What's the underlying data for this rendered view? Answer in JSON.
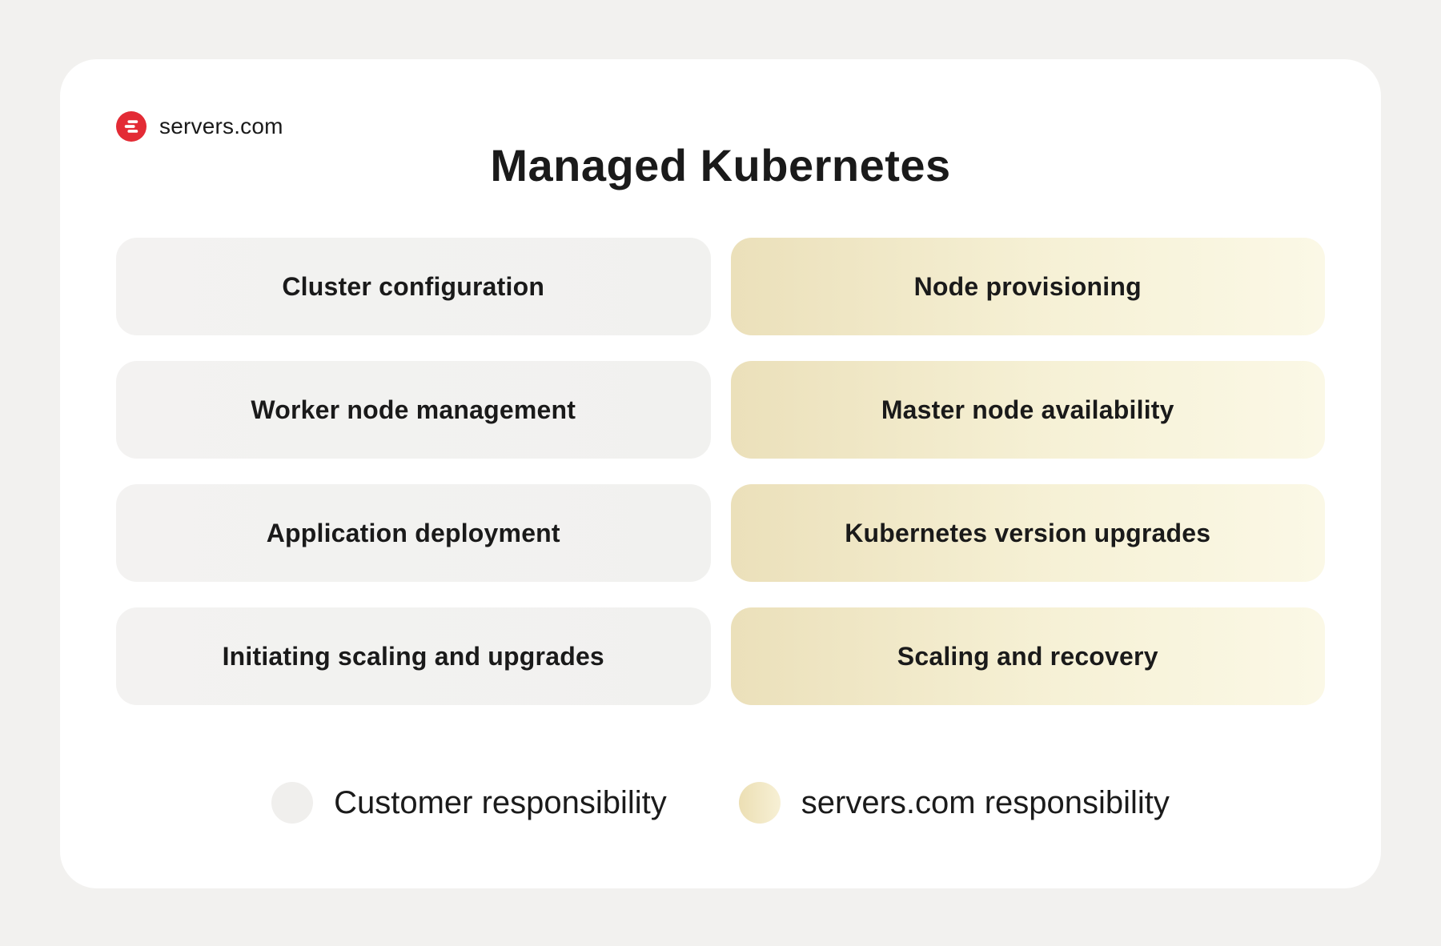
{
  "brand": {
    "name": "servers.com",
    "logo_letter": "S"
  },
  "title": "Managed Kubernetes",
  "columns": {
    "customer": {
      "items": [
        "Cluster configuration",
        "Worker node management",
        "Application deployment",
        "Initiating scaling and upgrades"
      ]
    },
    "provider": {
      "items": [
        "Node provisioning",
        "Master node availability",
        "Kubernetes version upgrades",
        "Scaling and recovery"
      ]
    }
  },
  "legend": [
    {
      "label": "Customer responsibility",
      "color": "#f0efed"
    },
    {
      "label": "servers.com responsibility",
      "color": "#eee3bd"
    }
  ],
  "colors": {
    "page_background": "#f2f1ef",
    "card_background": "#ffffff",
    "customer_pill": "#f2f1f0",
    "provider_pill_start": "#ebe0ba",
    "provider_pill_end": "#fbf8e6",
    "text": "#1a1a1a",
    "logo_red": "#e32b35"
  }
}
